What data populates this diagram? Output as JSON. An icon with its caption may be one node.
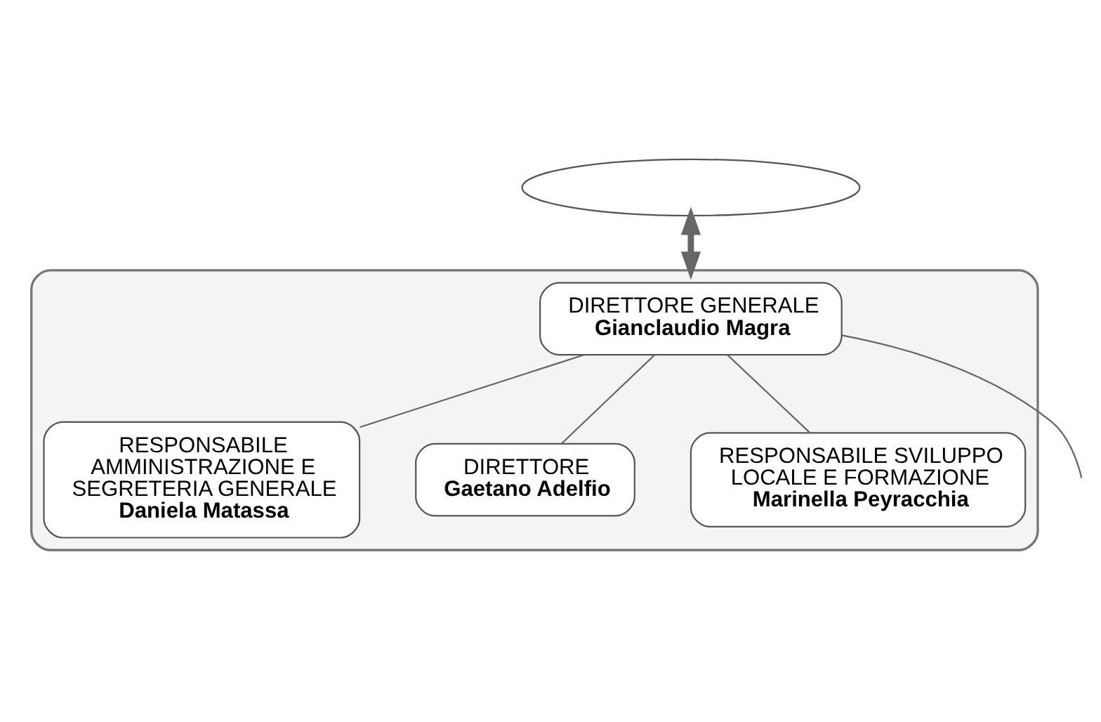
{
  "diagram": {
    "nodes": [
      {
        "text": [],
        "shape": "ellipse"
      },
      {
        "text": [],
        "shape": "ellipse"
      },
      {
        "text": [
          "DIRETTORE GENERALE",
          "Gianclaudio Magra"
        ],
        "in": 1
      },
      {
        "text": [
          "RESPONSABILE AMMINISTRAZIONE E SEGRETERIA GENERALE",
          "Daniela Matassa"
        ],
        "in": 1
      },
      {
        "text": [
          "DIRETTORE",
          "Gaetano Adelfio"
        ],
        "in": 1
      },
      {
        "text": [
          "RESPONSABILE SVILUPPO LOCALE E FORMAZIONE",
          "Marinella Peyracchia"
        ],
        "in": 1
      }
    ],
    "edges": [
      {
        "from": 0,
        "to": 1,
        "arrow": "both",
        "style": "thick"
      },
      {
        "from": 2,
        "to": 3,
        "arrow": "none"
      },
      {
        "from": 2,
        "to": 4,
        "arrow": "none"
      },
      {
        "from": 2,
        "to": 5,
        "arrow": "none"
      },
      {
        "from": 2,
        "to": null,
        "arrow": "none"
      }
    ]
  }
}
